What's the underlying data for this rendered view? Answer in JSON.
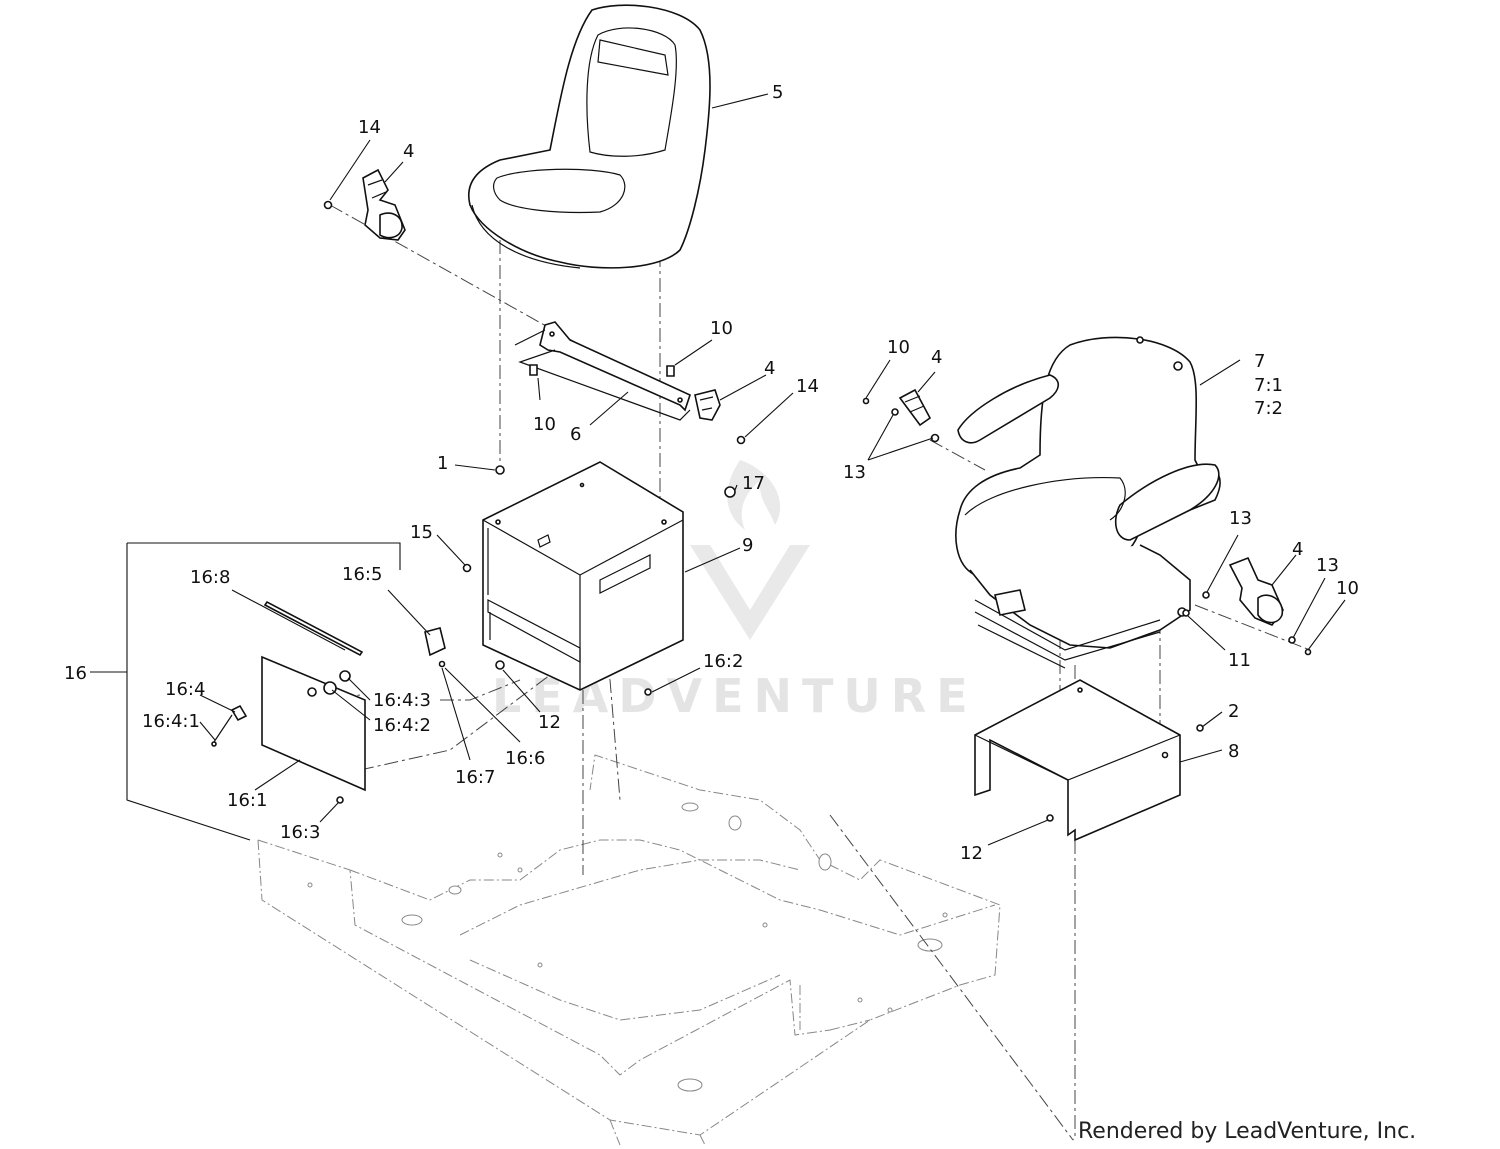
{
  "callouts": {
    "c5": "5",
    "c14a": "14",
    "c4a": "4",
    "c10a": "10",
    "c10b": "10",
    "c6": "6",
    "c4b": "4",
    "c14b": "14",
    "c1": "1",
    "c17": "17",
    "c15": "15",
    "c9": "9",
    "c16_8": "16:8",
    "c16_5": "16:5",
    "c16": "16",
    "c16_4": "16:4",
    "c16_4_1": "16:4:1",
    "c16_4_3": "16:4:3",
    "c16_4_2": "16:4:2",
    "c16_1": "16:1",
    "c16_3": "16:3",
    "c16_7": "16:7",
    "c16_6": "16:6",
    "c12a": "12",
    "c16_2": "16:2",
    "c10c": "10",
    "c4c": "4",
    "c7": "7",
    "c7_1": "7:1",
    "c7_2": "7:2",
    "c13a": "13",
    "c13b": "13",
    "c4d": "4",
    "c13c": "13",
    "c10d": "10",
    "c11": "11",
    "c2": "2",
    "c8": "8",
    "c12b": "12"
  },
  "watermark": "LEADVENTURE",
  "credit": "Rendered by LeadVenture, Inc."
}
